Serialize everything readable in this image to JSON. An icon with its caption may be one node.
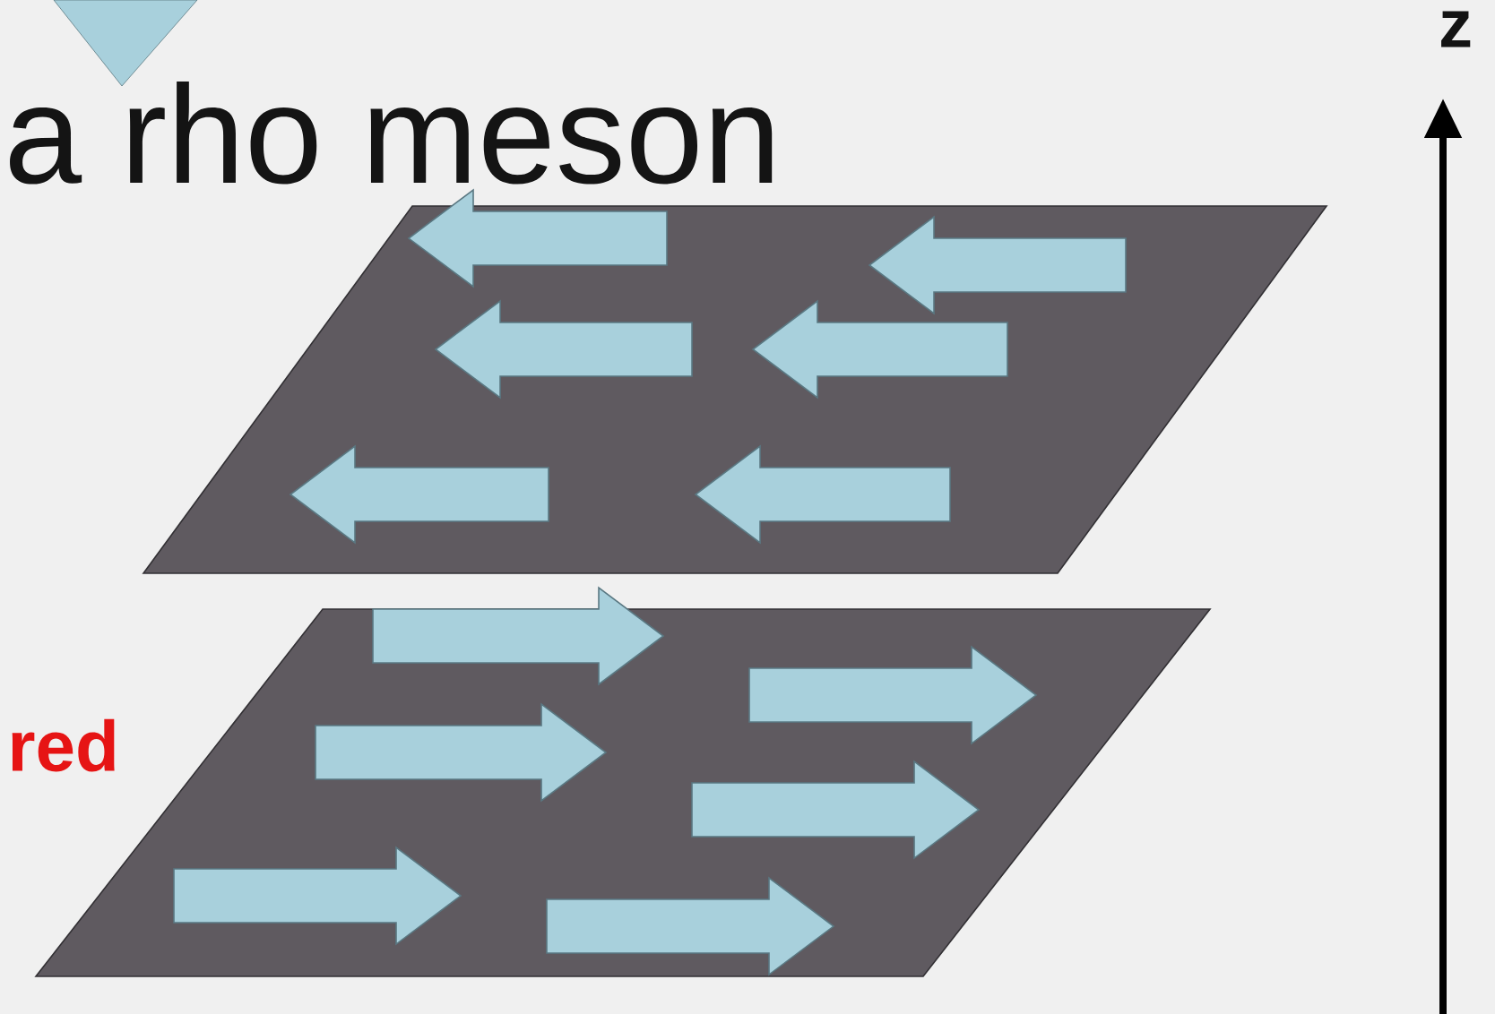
{
  "diagram": {
    "title": "a rho meson",
    "labels": [
      "red",
      "z"
    ]
  }
}
